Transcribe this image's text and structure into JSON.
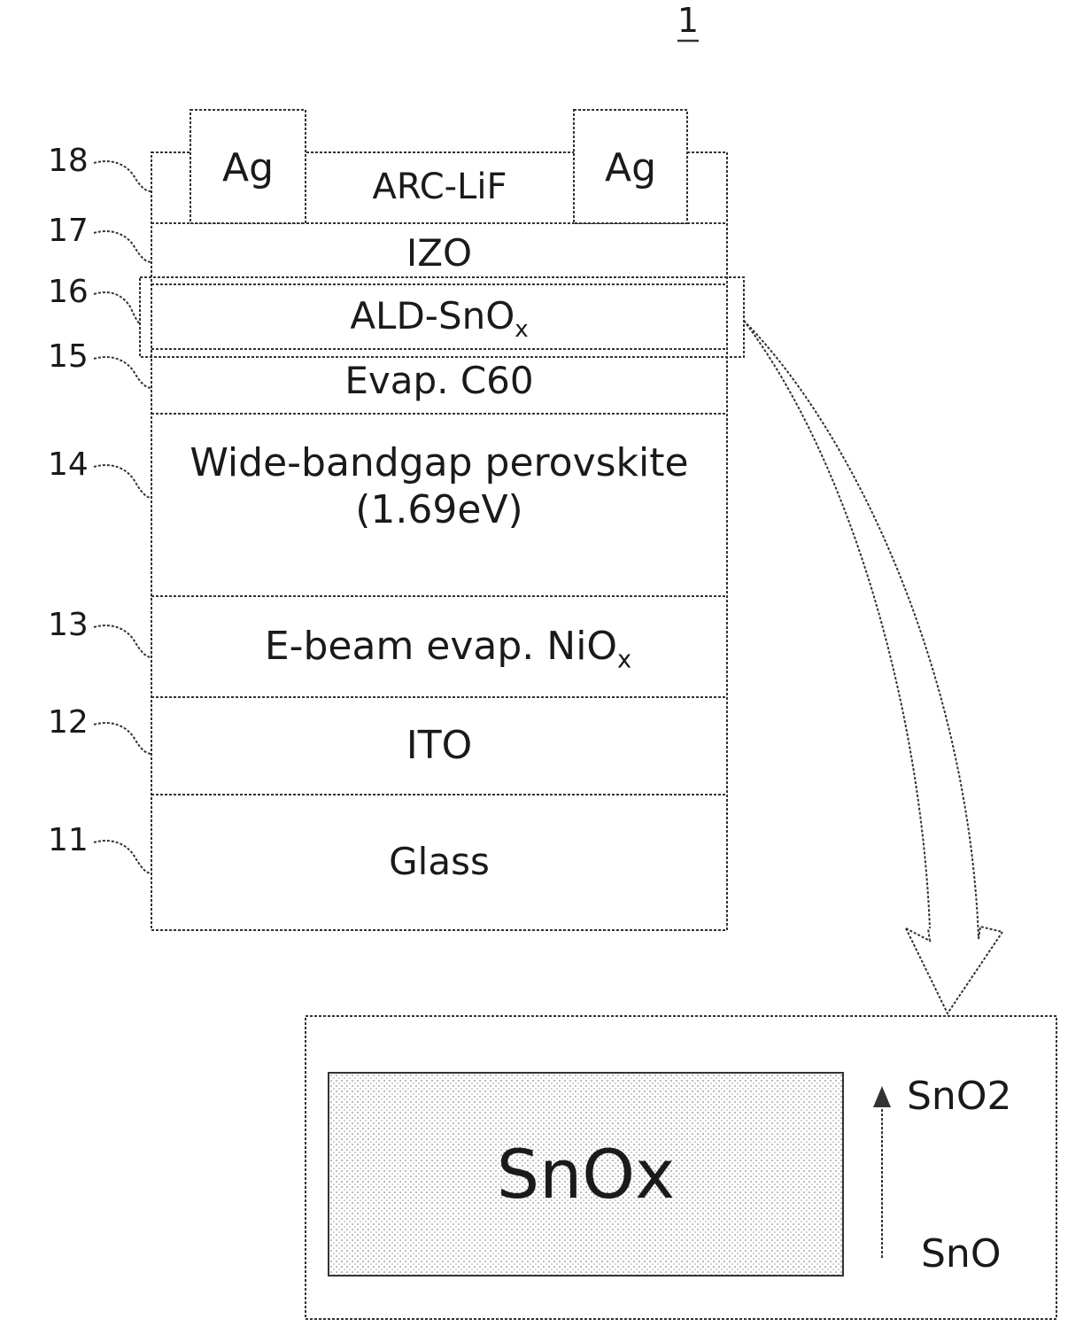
{
  "figure": {
    "number": "1"
  },
  "layers": [
    {
      "ref": "18",
      "name": "ARC-LiF",
      "contacts": [
        "Ag",
        "Ag"
      ]
    },
    {
      "ref": "17",
      "name": "IZO"
    },
    {
      "ref": "16",
      "name": "ALD-SnO",
      "sub": "x"
    },
    {
      "ref": "15",
      "name": "Evap. C60"
    },
    {
      "ref": "14",
      "name": "Wide-bandgap perovskite",
      "name2": "(1.69eV)"
    },
    {
      "ref": "13",
      "name": "E-beam evap. NiO",
      "sub": "x"
    },
    {
      "ref": "12",
      "name": "ITO"
    },
    {
      "ref": "11",
      "name": "Glass"
    }
  ],
  "detail": {
    "block_label": "SnOx",
    "gradient_top": "SnO2",
    "gradient_bottom": "SnO"
  }
}
